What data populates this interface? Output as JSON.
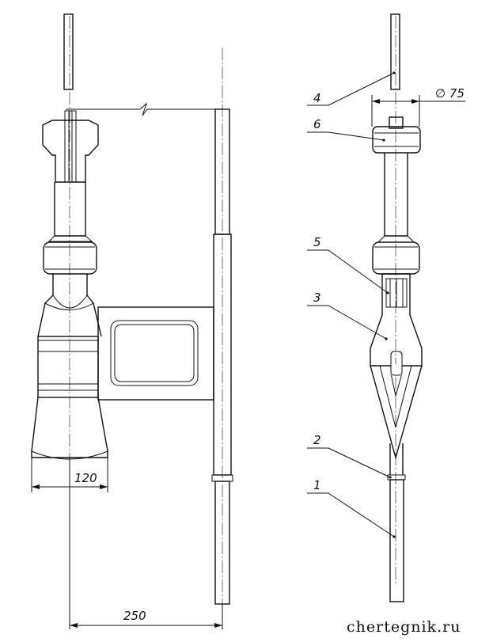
{
  "dimensions": {
    "body_width": "120",
    "spacing": "250",
    "diameter": "∅ 75"
  },
  "part_labels": [
    {
      "id": "1"
    },
    {
      "id": "2"
    },
    {
      "id": "3"
    },
    {
      "id": "4"
    },
    {
      "id": "5"
    },
    {
      "id": "6"
    }
  ],
  "watermark": "chertegnik.ru"
}
